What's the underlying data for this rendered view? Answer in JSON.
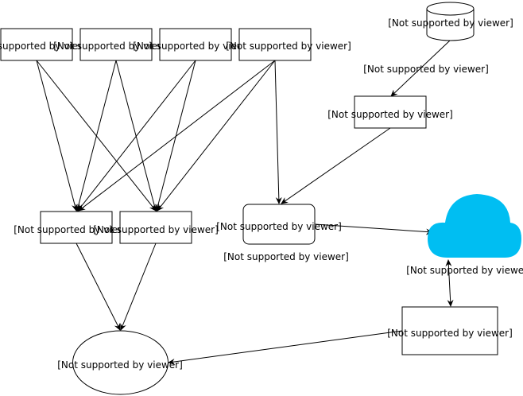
{
  "diagram": {
    "placeholder_text": "[Not supported by viewer]",
    "colors": {
      "stroke": "#000000",
      "fill": "#ffffff",
      "cloud": "#00bef2"
    },
    "nodes": [
      {
        "id": "top-box-1",
        "shape": "rect",
        "label": "[Not supported by viewer]"
      },
      {
        "id": "top-box-2",
        "shape": "rect",
        "label": "[Not supported by viewer]"
      },
      {
        "id": "top-box-3",
        "shape": "rect",
        "label": "[Not supported by viewer]"
      },
      {
        "id": "top-box-4",
        "shape": "rect",
        "label": "[Not supported by viewer]"
      },
      {
        "id": "database",
        "shape": "cylinder",
        "label": "[Not supported by viewer]"
      },
      {
        "id": "edge-label-db",
        "shape": "text",
        "label": "[Not supported by viewer]"
      },
      {
        "id": "middle-box",
        "shape": "rect",
        "label": "[Not supported by viewer]"
      },
      {
        "id": "mid-left-box-1",
        "shape": "rect",
        "label": "[Not supported by viewer]"
      },
      {
        "id": "mid-left-box-2",
        "shape": "rect",
        "label": "[Not supported by viewer]"
      },
      {
        "id": "rounded-box",
        "shape": "rounded-rect",
        "label": "[Not supported by viewer]"
      },
      {
        "id": "rounded-box-caption",
        "shape": "text",
        "label": "[Not supported by viewer]"
      },
      {
        "id": "cloud",
        "shape": "cloud",
        "label": "[Not supported by viewer]"
      },
      {
        "id": "bottom-right-box",
        "shape": "rect",
        "label": "[Not supported by viewer]"
      },
      {
        "id": "ellipse",
        "shape": "ellipse",
        "label": "[Not supported by viewer]"
      }
    ],
    "edges": [
      {
        "from": "top-box-1",
        "to": "mid-left-box-1",
        "arrow": "end"
      },
      {
        "from": "top-box-1",
        "to": "mid-left-box-2",
        "arrow": "end"
      },
      {
        "from": "top-box-2",
        "to": "mid-left-box-1",
        "arrow": "end"
      },
      {
        "from": "top-box-2",
        "to": "mid-left-box-2",
        "arrow": "end"
      },
      {
        "from": "top-box-3",
        "to": "mid-left-box-1",
        "arrow": "end"
      },
      {
        "from": "top-box-3",
        "to": "mid-left-box-2",
        "arrow": "end"
      },
      {
        "from": "top-box-4",
        "to": "mid-left-box-1",
        "arrow": "end"
      },
      {
        "from": "top-box-4",
        "to": "mid-left-box-2",
        "arrow": "end"
      },
      {
        "from": "top-box-4",
        "to": "rounded-box",
        "arrow": "end"
      },
      {
        "from": "database",
        "to": "middle-box",
        "arrow": "end"
      },
      {
        "from": "middle-box",
        "to": "rounded-box",
        "arrow": "end"
      },
      {
        "from": "rounded-box",
        "to": "cloud",
        "arrow": "end"
      },
      {
        "from": "cloud",
        "to": "bottom-right-box",
        "arrow": "both"
      },
      {
        "from": "mid-left-box-1",
        "to": "ellipse",
        "arrow": "end"
      },
      {
        "from": "mid-left-box-2",
        "to": "ellipse",
        "arrow": "end"
      },
      {
        "from": "bottom-right-box",
        "to": "ellipse",
        "arrow": "end"
      }
    ]
  }
}
